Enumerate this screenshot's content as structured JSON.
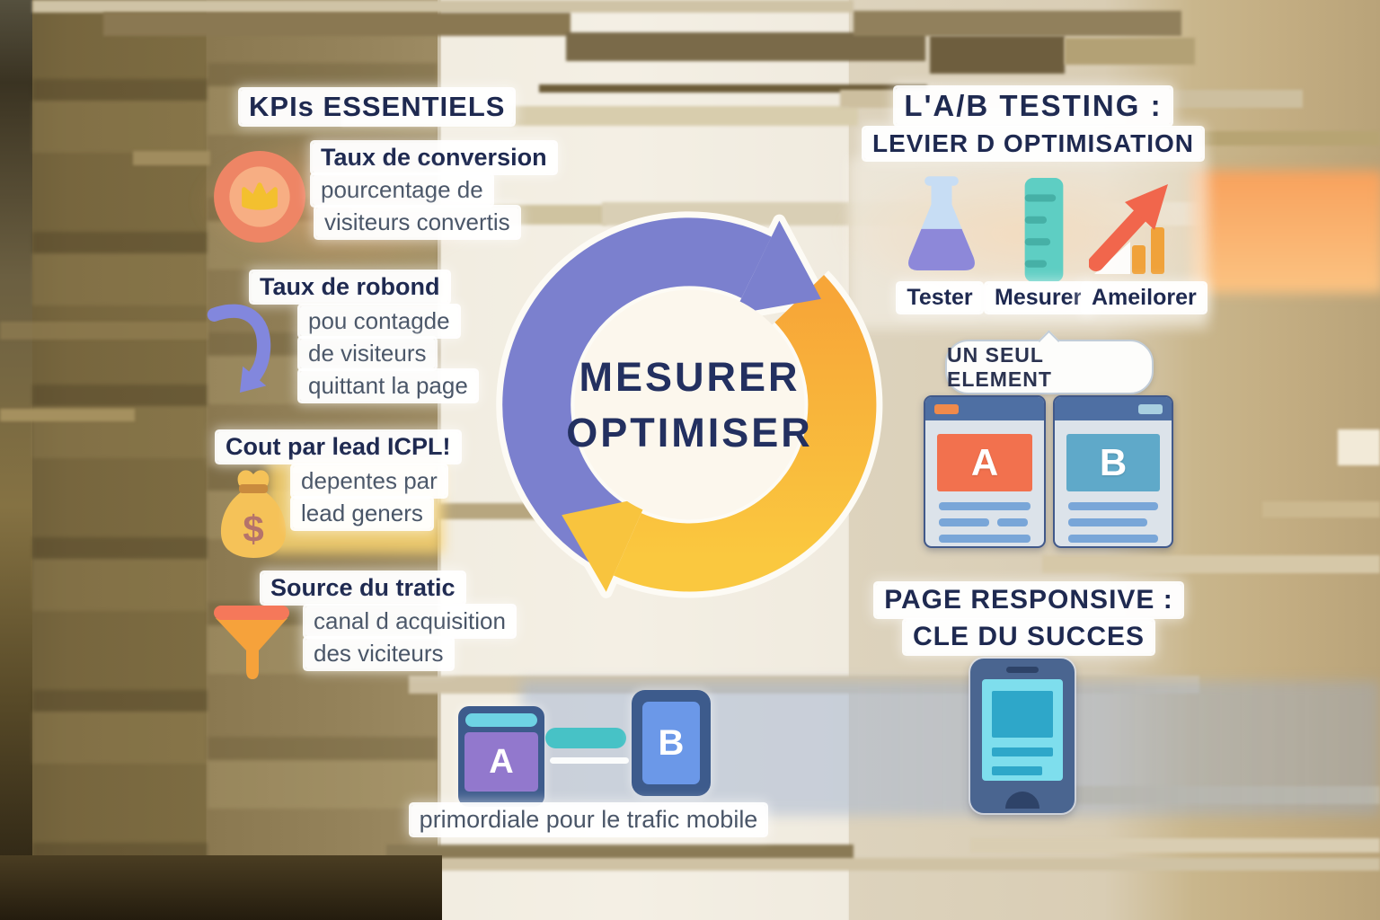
{
  "kpi": {
    "heading": "KPIs ESSENTIELS",
    "items": [
      {
        "icon": "target-icon",
        "title": "Taux de conversion",
        "lines": [
          "pourcentage de",
          "visiteurs convertis"
        ]
      },
      {
        "icon": "bounce-arrow-icon",
        "title": "Taux de robond",
        "lines": [
          "pou contagde",
          "de visiteurs",
          "quittant la page"
        ]
      },
      {
        "icon": "money-bag-icon",
        "title": "Cout par lead ICPL!",
        "lines": [
          "depentes par",
          "lead geners"
        ]
      },
      {
        "icon": "funnel-icon",
        "title": "Source du tratic",
        "lines": [
          "canal d acquisition",
          "des viciteurs"
        ]
      }
    ]
  },
  "cycle": {
    "word1": "MESURER",
    "word2": "OPTIMISER"
  },
  "ab": {
    "heading1": "L'A/B TESTING :",
    "heading2": "LEVIER D OPTIMISATION",
    "steps": [
      {
        "icon": "flask-icon",
        "label": "Tester"
      },
      {
        "icon": "ruler-icon",
        "label": "Mesurer"
      },
      {
        "icon": "growth-arrow-icon",
        "label": "Ameilorer"
      }
    ],
    "bubble": "UN SEUL ELEMENT",
    "variant_a": "A",
    "variant_b": "B"
  },
  "responsive": {
    "heading1": "PAGE RESPONSIVE :",
    "heading2": "CLE DU SUCCES"
  },
  "mobile": {
    "variant_a": "A",
    "variant_b": "B",
    "caption": "primordiale pour le trafic mobile"
  },
  "colors": {
    "heading_navy": "#1e2950",
    "body_text": "#4a5668",
    "cycle_purple": "#7b80ce",
    "cycle_yellow_top": "#f7a638",
    "cycle_yellow_bottom": "#fac83f",
    "target_salmon": "#ee8565",
    "crown_yellow": "#f3c02f",
    "money_bag_yellow": "#f5c258",
    "funnel_orange": "#f6a23b",
    "flask_blue": "#c7ddf4",
    "flask_purple": "#8d88d9",
    "ruler_teal": "#5ecec3",
    "growth_red": "#f1664c",
    "bars_orange": "#f0a23a",
    "browser_header_blue": "#4e6fa3",
    "variant_a_red": "#f2714e",
    "variant_b_blue": "#5fa9c9",
    "tablet_body": "#4a6590",
    "tablet_screen": "#7edeed",
    "pill_teal": "#47c2c6",
    "panel_purple": "#9278cd",
    "panel_blue": "#6b98e8"
  }
}
